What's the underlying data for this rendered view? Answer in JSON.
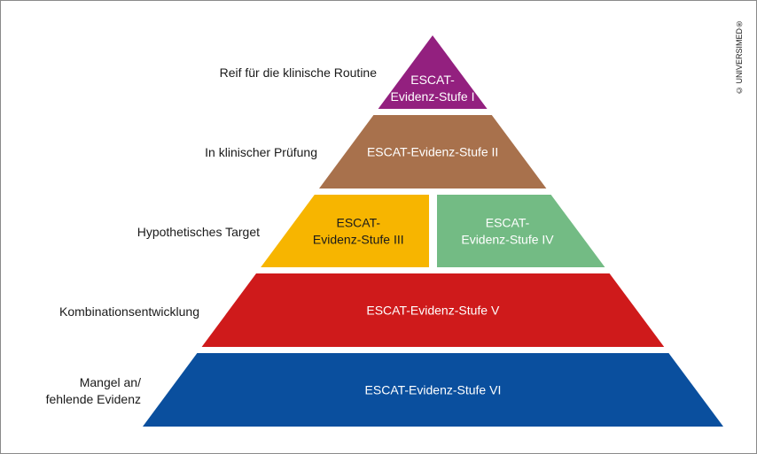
{
  "copyright": "© UNIVERSIMED®",
  "levels": [
    {
      "id": "I",
      "side_label": "Reif für die klinische Routine",
      "boxes": [
        {
          "lines": [
            "ESCAT-",
            "Evidenz-Stufe I"
          ],
          "color": "#93207f"
        }
      ]
    },
    {
      "id": "II",
      "side_label": "In klinischer Prüfung",
      "boxes": [
        {
          "lines": [
            "ESCAT-Evidenz-Stufe II"
          ],
          "color": "#a8714c"
        }
      ]
    },
    {
      "id": "III-IV",
      "side_label": "Hypothetisches Target",
      "boxes": [
        {
          "lines": [
            "ESCAT-",
            "Evidenz-Stufe III"
          ],
          "color": "#f7b500"
        },
        {
          "lines": [
            "ESCAT-",
            "Evidenz-Stufe IV"
          ],
          "color": "#73bb84"
        }
      ]
    },
    {
      "id": "V",
      "side_label": "Kombinationsentwicklung",
      "boxes": [
        {
          "lines": [
            "ESCAT-Evidenz-Stufe V"
          ],
          "color": "#cf1a1b"
        }
      ]
    },
    {
      "id": "VI",
      "side_label_lines": [
        "Mangel an/",
        "fehlende Evidenz"
      ],
      "boxes": [
        {
          "lines": [
            "ESCAT-Evidenz-Stufe VI"
          ],
          "color": "#0a4f9e"
        }
      ]
    }
  ]
}
